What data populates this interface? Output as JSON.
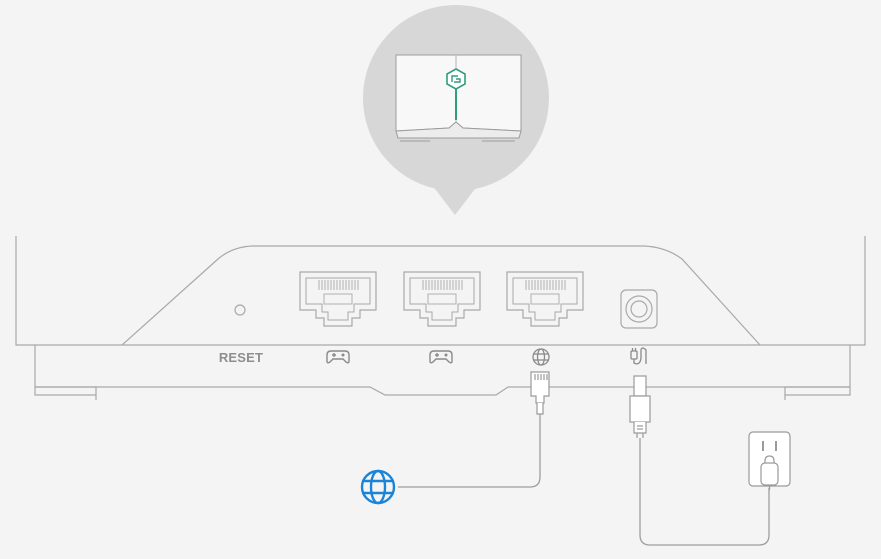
{
  "labels": {
    "reset": "RESET"
  },
  "colors": {
    "background": "#f4f4f4",
    "outline": "#a9a9a9",
    "callout": "#d7d7d7",
    "device_face": "#f8f8f8",
    "led_green": "#2e9e7c",
    "internet_blue": "#1a84d8",
    "cable": "#9e9e9e"
  },
  "ports": [
    {
      "name": "ethernet-port-1",
      "icon": "gamepad-icon"
    },
    {
      "name": "ethernet-port-2",
      "icon": "gamepad-icon"
    },
    {
      "name": "ethernet-port-wan",
      "icon": "globe-icon"
    },
    {
      "name": "power-port",
      "icon": "power-plug-icon"
    }
  ],
  "connections": [
    {
      "from": "internet-globe-icon",
      "to": "ethernet-port-wan",
      "type": "ethernet-cable"
    },
    {
      "from": "wall-outlet",
      "to": "power-port",
      "type": "power-cable"
    }
  ]
}
